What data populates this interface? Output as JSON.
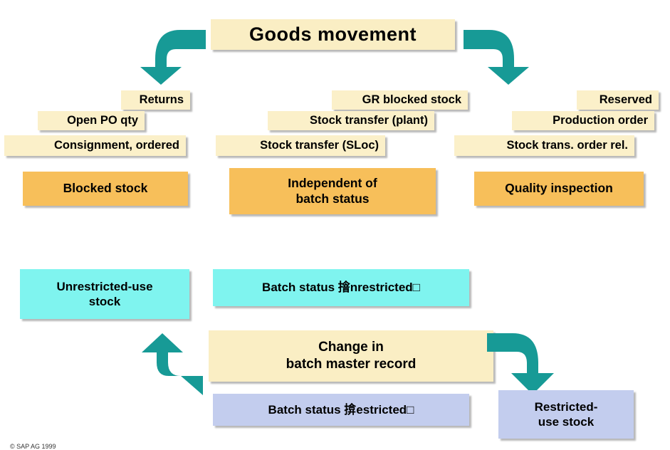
{
  "diagram": {
    "title": "Goods movement",
    "footer_note": "© SAP AG 1999",
    "colors": {
      "cream": "#faeec4",
      "tag_cream": "#fbf0c9",
      "orange": "#f7bf5a",
      "cyan": "#7ff4ef",
      "periwinkle": "#c3cdee",
      "arrow_teal": "#179a96",
      "text": "#000000",
      "background": "#ffffff"
    },
    "columns": [
      {
        "name": "blocked-stock",
        "category": "Blocked stock",
        "tags": [
          "Returns",
          "Open PO qty",
          "Consignment, ordered"
        ]
      },
      {
        "name": "independent-of-batch-status",
        "category": "Independent of\nbatch status",
        "tags": [
          "GR blocked stock",
          "Stock transfer (plant)",
          "Stock transfer (SLoc)"
        ]
      },
      {
        "name": "quality-inspection",
        "category": "Quality inspection",
        "tags": [
          "Reserved",
          "Production order",
          "Stock trans. order rel."
        ]
      }
    ],
    "lower": {
      "unrestricted_stock": "Unrestricted-use\nstock",
      "batch_status_unrestricted": "Batch status 摿nrestricted□",
      "change_box": "Change in\nbatch master record",
      "batch_status_restricted": "Batch status 揜estricted□",
      "restricted_stock": "Restricted-\nuse stock"
    },
    "arrows": [
      {
        "name": "arrow-down-left-from-title",
        "direction": "down-left"
      },
      {
        "name": "arrow-down-right-from-title",
        "direction": "down-right"
      },
      {
        "name": "arrow-up-left-to-unrestricted",
        "direction": "up-left"
      },
      {
        "name": "arrow-down-right-to-restricted",
        "direction": "down-right"
      }
    ]
  }
}
